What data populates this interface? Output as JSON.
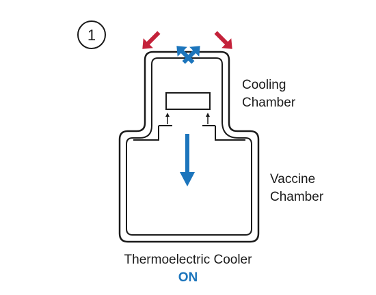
{
  "step_number": "1",
  "labels": {
    "cooling_chamber_line1": "Cooling",
    "cooling_chamber_line2": "Chamber",
    "vaccine_chamber_line1": "Vaccine",
    "vaccine_chamber_line2": "Chamber",
    "device_name": "Thermoelectric Cooler",
    "status": "ON"
  },
  "colors": {
    "outline": "#1a1a1a",
    "heat_arrow": "#c4223a",
    "cold_arrow": "#1c75bc",
    "status_text": "#1c75bc"
  },
  "icons": {
    "heat_arrows": "arrow-diagonal-up-outward",
    "cold_arrows": "arrow-diagonal-down-inward",
    "flow_arrow": "arrow-down"
  }
}
